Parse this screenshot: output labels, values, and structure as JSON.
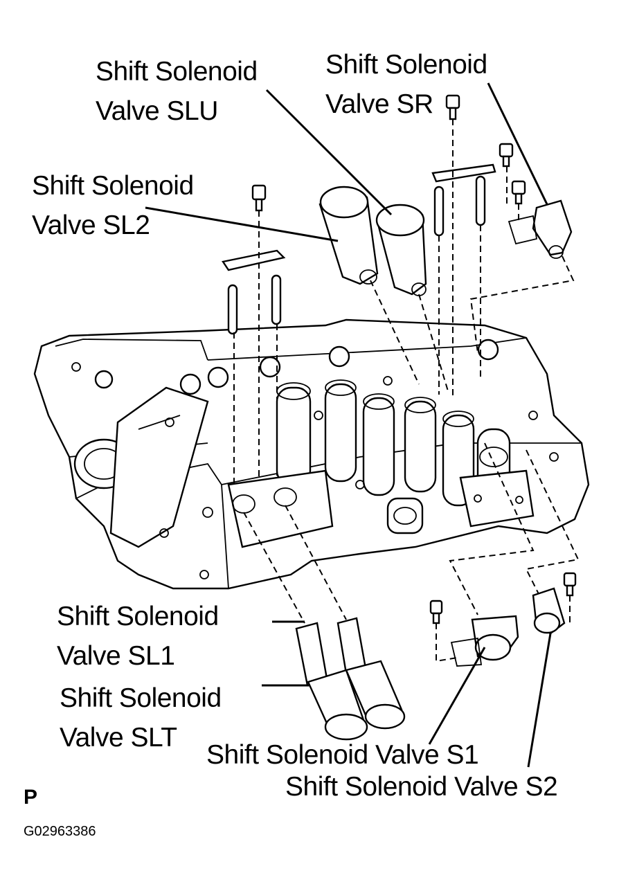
{
  "labels": {
    "slu": {
      "line1": "Shift Solenoid",
      "line2": "Valve SLU"
    },
    "sr": {
      "line1": "Shift Solenoid",
      "line2": "Valve SR"
    },
    "sl2": {
      "line1": "Shift Solenoid",
      "line2": "Valve SL2"
    },
    "sl1": {
      "line1": "Shift Solenoid",
      "line2": "Valve SL1"
    },
    "slt": {
      "line1": "Shift Solenoid",
      "line2": "Valve SLT"
    },
    "s1": "Shift Solenoid Valve S1",
    "s2": "Shift Solenoid Valve S2"
  },
  "view_letter": "P",
  "figure_code": "G02963386"
}
